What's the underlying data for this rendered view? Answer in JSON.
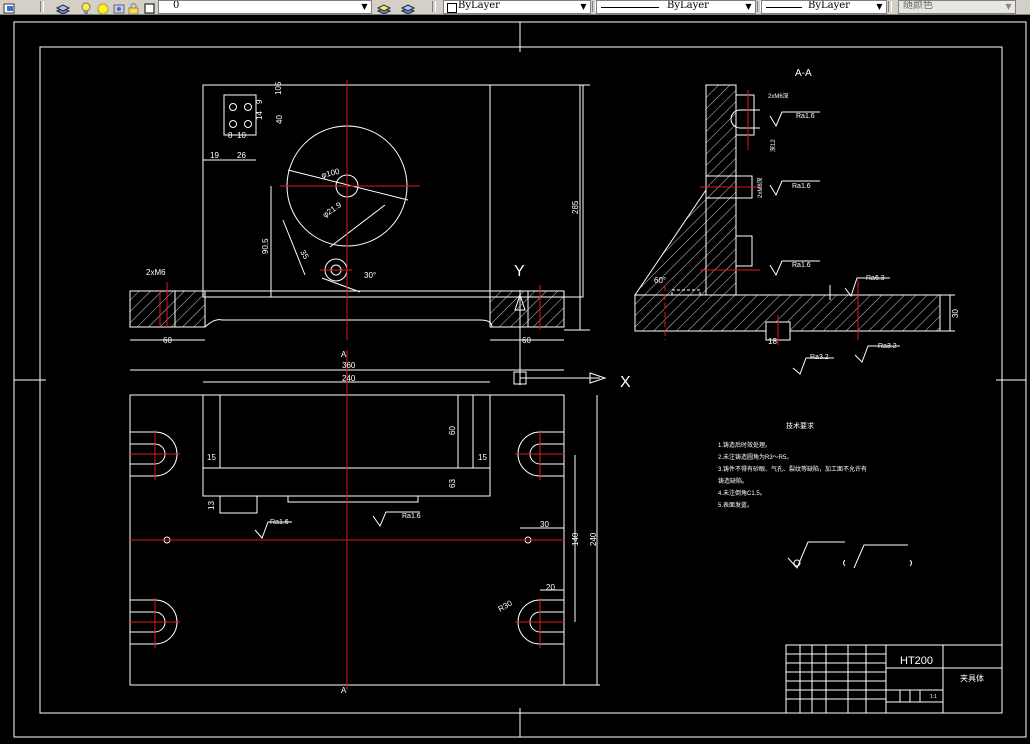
{
  "toolbar": {
    "layer_value": "0",
    "color_value": "ByLayer",
    "linetype_value": "ByLayer",
    "lineweight_value": "ByLayer",
    "plotstyle_value": "随颜色",
    "icons": [
      "layer-manager-icon",
      "layer-state-icon",
      "lightbulb-icon",
      "sun-icon",
      "lock-icon",
      "color-square-icon",
      "make-current-icon",
      "layer-previous-icon"
    ]
  },
  "colors": {
    "background": "#000000",
    "line": "#ffffff",
    "centerline": "#e01818",
    "toolbar": "#d4d0c8"
  },
  "drawing": {
    "section_label": "A-A",
    "cut_mark_top": "A",
    "cut_mark_bottom": "A",
    "axis_y": "Y",
    "axis_x": "X",
    "dims": {
      "d105": "105",
      "d9": "9",
      "d14": "14",
      "d40": "40",
      "d8": "8",
      "d10": "10",
      "d19": "19",
      "d26": "26",
      "phi100": "φ100",
      "r21": "φ21.9",
      "d905": "90.5",
      "d35": "35",
      "d30deg": "30°",
      "d285": "285",
      "d2xm6": "2xM6",
      "d60a": "60",
      "d60b": "60",
      "d360": "360",
      "d240a": "240",
      "d60c": "60",
      "d15a": "15",
      "d15b": "15",
      "d63": "63",
      "d13": "13",
      "d30": "30",
      "d140": "140",
      "d240b": "240",
      "d20": "20",
      "r30": "R30",
      "d60deg": "60°",
      "d18": "18",
      "d30s": "30",
      "sec_2xm6": "2xM6深",
      "sec_depth": "深12",
      "sec_m8": "2xM8深"
    },
    "roughness": {
      "r1": "Ra1.6",
      "r2": "Ra1.6",
      "r3": "Ra1.6",
      "r4": "Ra6.3",
      "r5": "Ra3.2",
      "r6": "Ra3.2",
      "r7": "Ra1.6",
      "r8": "Ra1.6"
    },
    "notes_title": "技术要求",
    "notes": [
      "1.铸造后时效处理。",
      "2.未注铸造圆角为R3～R5。",
      "3.铸件不得有砂眼、气孔、裂纹等缺陷，加工面不允许有",
      "   铸造缺陷。",
      "4.未注倒角C1.5。",
      "5.表面发蓝。"
    ],
    "title_block": {
      "material": "HT200",
      "part_name": "夹具体",
      "scale": "1:1"
    }
  }
}
